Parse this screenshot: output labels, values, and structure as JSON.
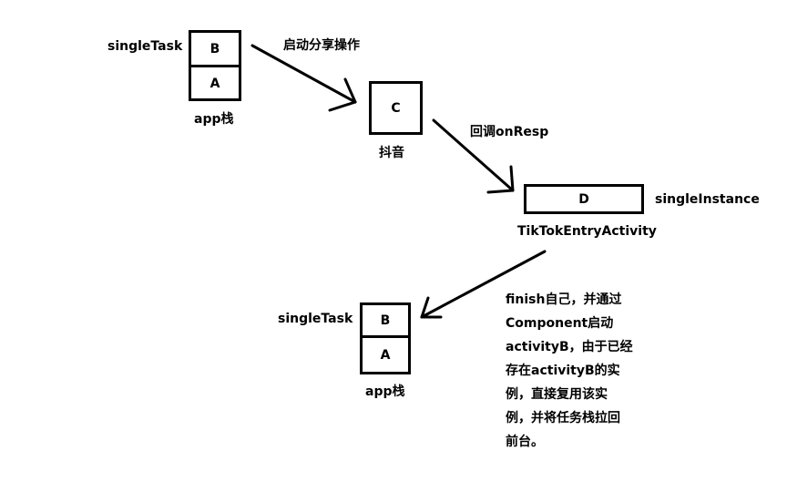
{
  "stack1": {
    "mode_label": "singleTask",
    "top": "B",
    "bottom": "A",
    "caption": "app栈"
  },
  "arrow1": {
    "label": "启动分享操作"
  },
  "activity_c": {
    "name": "C",
    "caption": "抖音"
  },
  "arrow2": {
    "label": "回调onResp"
  },
  "activity_d": {
    "name": "D",
    "mode_label": "singleInstance",
    "caption": "TikTokEntryActivity"
  },
  "stack2": {
    "mode_label": "singleTask",
    "top": "B",
    "bottom": "A",
    "caption": "app栈"
  },
  "note": {
    "lines": [
      "finish自己，并通过",
      "Component启动",
      "activityB，由于已经",
      "存在activityB的实",
      "例，直接复用该实",
      "例，并将任务栈拉回",
      "前台。"
    ]
  }
}
